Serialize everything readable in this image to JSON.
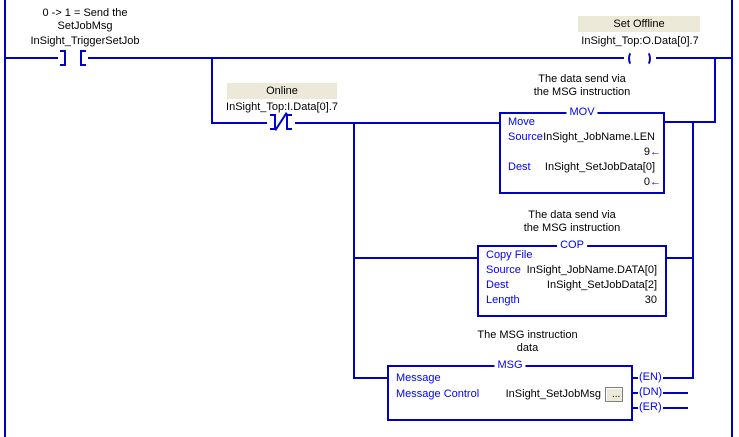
{
  "colors": {
    "wire_blue": "#0000C8",
    "instruction_text_blue": "#0000FF",
    "description_bg": "#ECE9D8",
    "text_black": "#000000"
  },
  "trigger": {
    "comment_line1": "0 -> 1 = Send the",
    "comment_line2": "SetJobMsg",
    "tag": "InSight_TriggerSetJob"
  },
  "offline": {
    "description": "Set Offline",
    "tag": "InSight_Top:O.Data[0].7"
  },
  "online": {
    "description": "Online",
    "tag": "InSight_Top:I.Data[0].7"
  },
  "mov": {
    "comment_line1": "The data send via",
    "comment_line2": "the MSG instruction",
    "title": "MOV",
    "op_name": "Move",
    "source_label": "Source",
    "source_tag": "InSight_JobName.LEN",
    "source_value": "9",
    "dest_label": "Dest",
    "dest_tag": "InSight_SetJobData[0]",
    "dest_value": "0",
    "arrow": "←"
  },
  "cop": {
    "comment_line1": "The data send via",
    "comment_line2": "the MSG instruction",
    "title": "COP",
    "op_name": "Copy File",
    "source_label": "Source",
    "source_tag": "InSight_JobName.DATA[0]",
    "dest_label": "Dest",
    "dest_tag": "InSight_SetJobData[2]",
    "length_label": "Length",
    "length_value": "30"
  },
  "msg": {
    "comment_line1": "The MSG instruction",
    "comment_line2": "data",
    "title": "MSG",
    "op_name": "Message",
    "control_label": "Message Control",
    "control_tag": "InSight_SetJobMsg",
    "browse_label": "...",
    "outputs": {
      "en": "(EN)",
      "dn": "(DN)",
      "er": "(ER)"
    }
  }
}
